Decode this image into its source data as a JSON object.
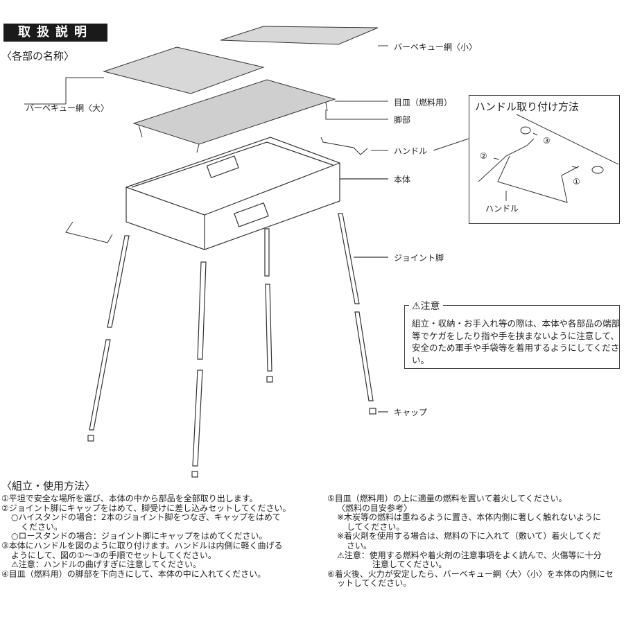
{
  "title": "取扱説明",
  "parts_heading": "〈各部の名称〉",
  "labels": {
    "grill_net_small": "バーベキュー網〈小〉",
    "grill_net_large": "バーベキュー網〈大〉",
    "fuel_plate": "目皿（燃料用）",
    "legs": "脚部",
    "handle": "ハンドル",
    "body": "本体",
    "joint_leg": "ジョイント脚",
    "cap": "キャップ"
  },
  "inset": {
    "title": "ハンドル取り付け方法",
    "handle_label": "ハンドル",
    "step1": "①",
    "step2": "②",
    "step3": "③"
  },
  "caution": {
    "title": "⚠注意",
    "body": "組立・収納・お手入れ等の際は、本体や各部品の端部等でケガをしたり指や手を挟まないように注意して、安全のため軍手や手袋等を着用するようにしてください。"
  },
  "assembly": {
    "heading": "〈組立・使用方法〉",
    "left_lines": [
      "①平坦で安全な場所を選び、本体の中から部品を全部取り出します。",
      "②ジョイント脚にキャップをはめて、脚受けに差し込みセットしてください。",
      "○ハイスタンドの場合：2本のジョイント脚をつなぎ、キャップをはめて",
      "ください。",
      "○ロースタンドの場合：ジョイント脚にキャップをはめてください。",
      "③本体にハンドルを図のように取り付けます。ハンドルは内側に軽く曲げる",
      "ようにして、図の①～③の手順でセットしてください。",
      "⚠注意：ハンドルの曲げすぎに注意してください。",
      "④目皿（燃料用）の脚部を下向きにして、本体の中に入れてください。"
    ],
    "right_lines": [
      "⑤目皿（燃料用）の上に適量の燃料を置いて着火してください。",
      "〈燃料の目安参考〉",
      "※木炭等の燃料は重ねるように置き、本体内側に著しく触れないように",
      "してください。",
      "※着火剤を使用する場合は、燃料の下に入れて（敷いて）着火してくだ",
      "さい。",
      "⚠注意：使用する燃料や着火剤の注意事項をよく読んで、火傷等に十分",
      "注意してください。",
      "⑥着火後、火力が安定したら、バーベキュー網〈大〉〈小〉を本体の内側にセ",
      "ットしてください。"
    ]
  }
}
